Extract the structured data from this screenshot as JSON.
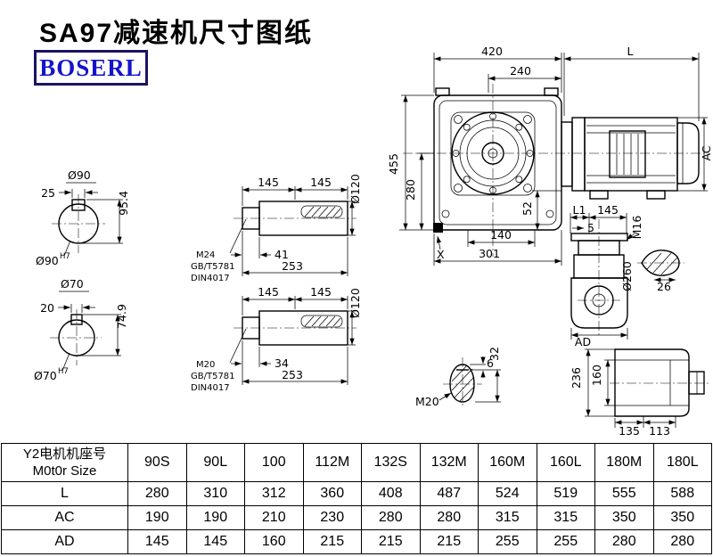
{
  "page": {
    "title": "SA97减速机尺寸图纸",
    "brand": "BOSERL"
  },
  "sections": {
    "shaft90": {
      "label_top": "Ø90",
      "key_width": "25",
      "key_height": "95.4",
      "label_bottom": "Ø90",
      "tol": "H7"
    },
    "shaft70": {
      "label_top": "Ø70",
      "key_width": "20",
      "key_height": "74.9",
      "label_bottom": "Ø70",
      "tol": "H7"
    },
    "shaft_upper": {
      "len1": "145",
      "len2": "145",
      "dia": "Ø120",
      "thread": "M24",
      "std1": "GB/T5781",
      "std2": "DIN4017",
      "thread_len": "41",
      "total_len": "253"
    },
    "shaft_lower": {
      "len1": "145",
      "len2": "145",
      "dia": "Ø120",
      "thread": "M20",
      "std1": "GB/T5781",
      "std2": "DIN4017",
      "thread_len": "34",
      "total_len": "253"
    },
    "main_view": {
      "width_total": "420",
      "width_flange": "240",
      "motor_len": "L",
      "height_total": "455",
      "height_axis": "280",
      "motor_dia": "AC",
      "foot_height": "52",
      "width_140": "140",
      "width_base": "301",
      "marker": "X"
    },
    "side_view": {
      "len_l1": "L1",
      "len_145": "145",
      "gap_5": "5",
      "thread": "M16",
      "dia": "Ø260",
      "shaft_26": "26",
      "width_ad": "AD"
    },
    "key_detail": {
      "key_6": "6",
      "key_32": "32",
      "thread": "M20"
    },
    "output_view": {
      "h_236": "236",
      "h_160": "160",
      "w_135": "135",
      "w_113": "113"
    }
  },
  "table": {
    "header": {
      "line1": "Y2电机机座号",
      "line2": "M0t0r Size"
    },
    "sizes": [
      "90S",
      "90L",
      "100",
      "112M",
      "132S",
      "132M",
      "160M",
      "160L",
      "180M",
      "180L"
    ],
    "rows": [
      {
        "label": "L",
        "values": [
          "280",
          "310",
          "312",
          "360",
          "408",
          "487",
          "524",
          "519",
          "555",
          "588"
        ]
      },
      {
        "label": "AC",
        "values": [
          "190",
          "190",
          "210",
          "230",
          "280",
          "280",
          "315",
          "315",
          "350",
          "350"
        ]
      },
      {
        "label": "AD",
        "values": [
          "145",
          "145",
          "160",
          "215",
          "215",
          "215",
          "255",
          "255",
          "280",
          "280"
        ]
      }
    ]
  }
}
